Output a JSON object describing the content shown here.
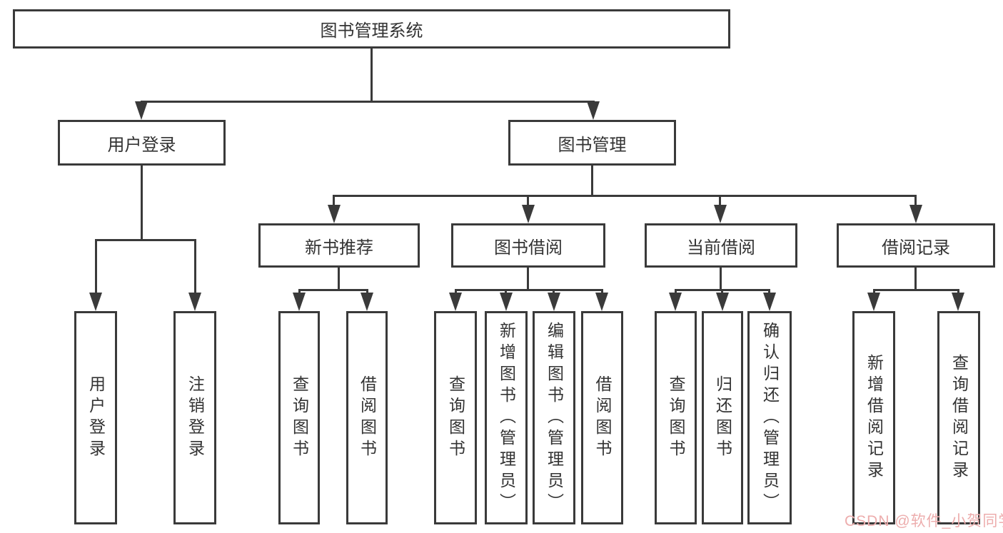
{
  "diagram": {
    "title": "图书管理系统",
    "root": {
      "label": "图书管理系统"
    },
    "level2": [
      {
        "label": "用户登录"
      },
      {
        "label": "图书管理"
      }
    ],
    "level3": [
      {
        "label": "新书推荐"
      },
      {
        "label": "图书借阅"
      },
      {
        "label": "当前借阅"
      },
      {
        "label": "借阅记录"
      }
    ],
    "leaf_groups": [
      {
        "items": [
          "用户登录",
          "注销登录"
        ]
      },
      {
        "items": [
          "查询图书",
          "借阅图书"
        ]
      },
      {
        "items": [
          "查询图书",
          "新增图书（管理员）",
          "编辑图书（管理员）",
          "借阅图书"
        ]
      },
      {
        "items": [
          "查询图书",
          "归还图书",
          "确认归还（管理员）"
        ]
      },
      {
        "items": [
          "新增借阅记录",
          "查询借阅记录"
        ]
      }
    ]
  },
  "watermark": {
    "text": "CSDN @软件_小贺同学"
  },
  "colors": {
    "line": "#3a3a3a",
    "text": "#333333",
    "watermark": "#edadad",
    "background": "#ffffff"
  }
}
